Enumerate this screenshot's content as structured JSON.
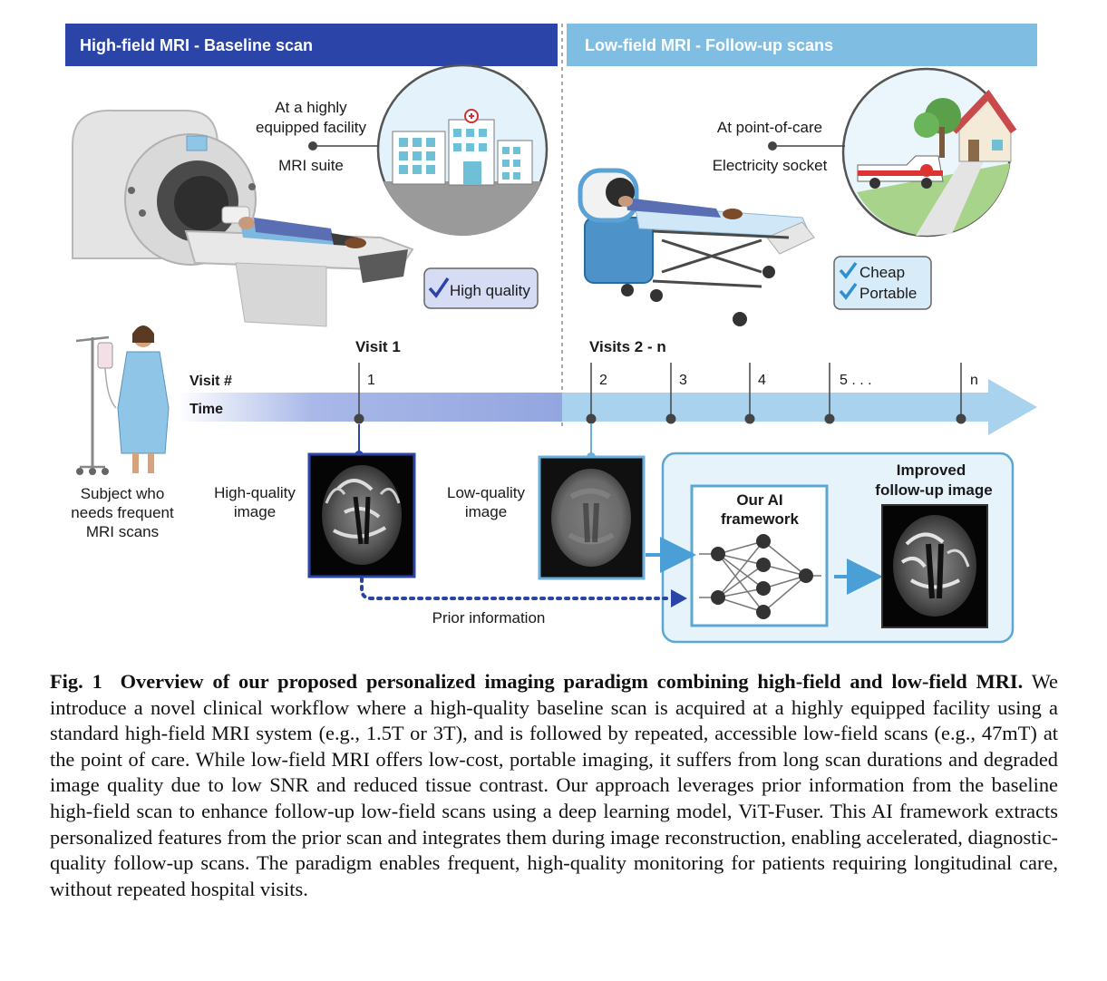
{
  "figure": {
    "left_banner": "High-field MRI - Baseline scan",
    "right_banner": "Low-field MRI - Follow-up scans",
    "facility_label_line1": "At a highly",
    "facility_label_line2": "equipped facility",
    "mri_suite_label": "MRI suite",
    "poc_label": "At point-of-care",
    "socket_label": "Electricity socket",
    "high_quality_badge": "High quality",
    "cheap_badge": "Cheap",
    "portable_badge": "Portable",
    "visit1_heading": "Visit 1",
    "visits_heading": "Visits 2 - n",
    "visit_num_label": "Visit #",
    "time_label": "Time",
    "visit_ticks": [
      "1",
      "2",
      "3",
      "4",
      "5 . . .",
      "n"
    ],
    "subject_line1": "Subject who",
    "subject_line2": "needs frequent",
    "subject_line3": "MRI scans",
    "hq_image_line1": "High-quality",
    "hq_image_line2": "image",
    "lq_image_line1": "Low-quality",
    "lq_image_line2": "image",
    "ai_line1": "Our AI",
    "ai_line2": "framework",
    "improved_line1": "Improved",
    "improved_line2": "follow-up image",
    "prior_info": "Prior information",
    "colors": {
      "banner_dark": "#2a44a8",
      "banner_light": "#7fbde3",
      "ai_panel_bg": "#e6f3fb",
      "ai_panel_border": "#5aa7d4",
      "check": "#2f8fd0"
    },
    "icons": [
      "mri-scanner-icon",
      "hospital-icon",
      "portable-mri-icon",
      "house-icon",
      "ambulance-icon",
      "iv-stand-icon",
      "patient-icon",
      "neural-network-icon",
      "checkmark-icon"
    ]
  },
  "caption": {
    "label": "Fig. 1",
    "title": "Overview of our proposed personalized imaging paradigm combining high-field and low-field MRI.",
    "body": "We introduce a novel clinical workflow where a high-quality baseline scan is acquired at a highly equipped facility using a standard high-field MRI system (e.g., 1.5T or 3T), and is followed by repeated, accessible low-field scans (e.g., 47mT) at the point of care. While low-field MRI offers low-cost, portable imaging, it suffers from long scan durations and degraded image quality due to low SNR and reduced tissue contrast. Our approach leverages prior information from the baseline high-field scan to enhance follow-up low-field scans using a deep learning model, ViT-Fuser. This AI framework extracts personalized features from the prior scan and integrates them during image reconstruction, enabling accelerated, diagnostic-quality follow-up scans. The paradigm enables frequent, high-quality monitoring for patients requiring longitudinal care, without repeated hospital visits."
  }
}
